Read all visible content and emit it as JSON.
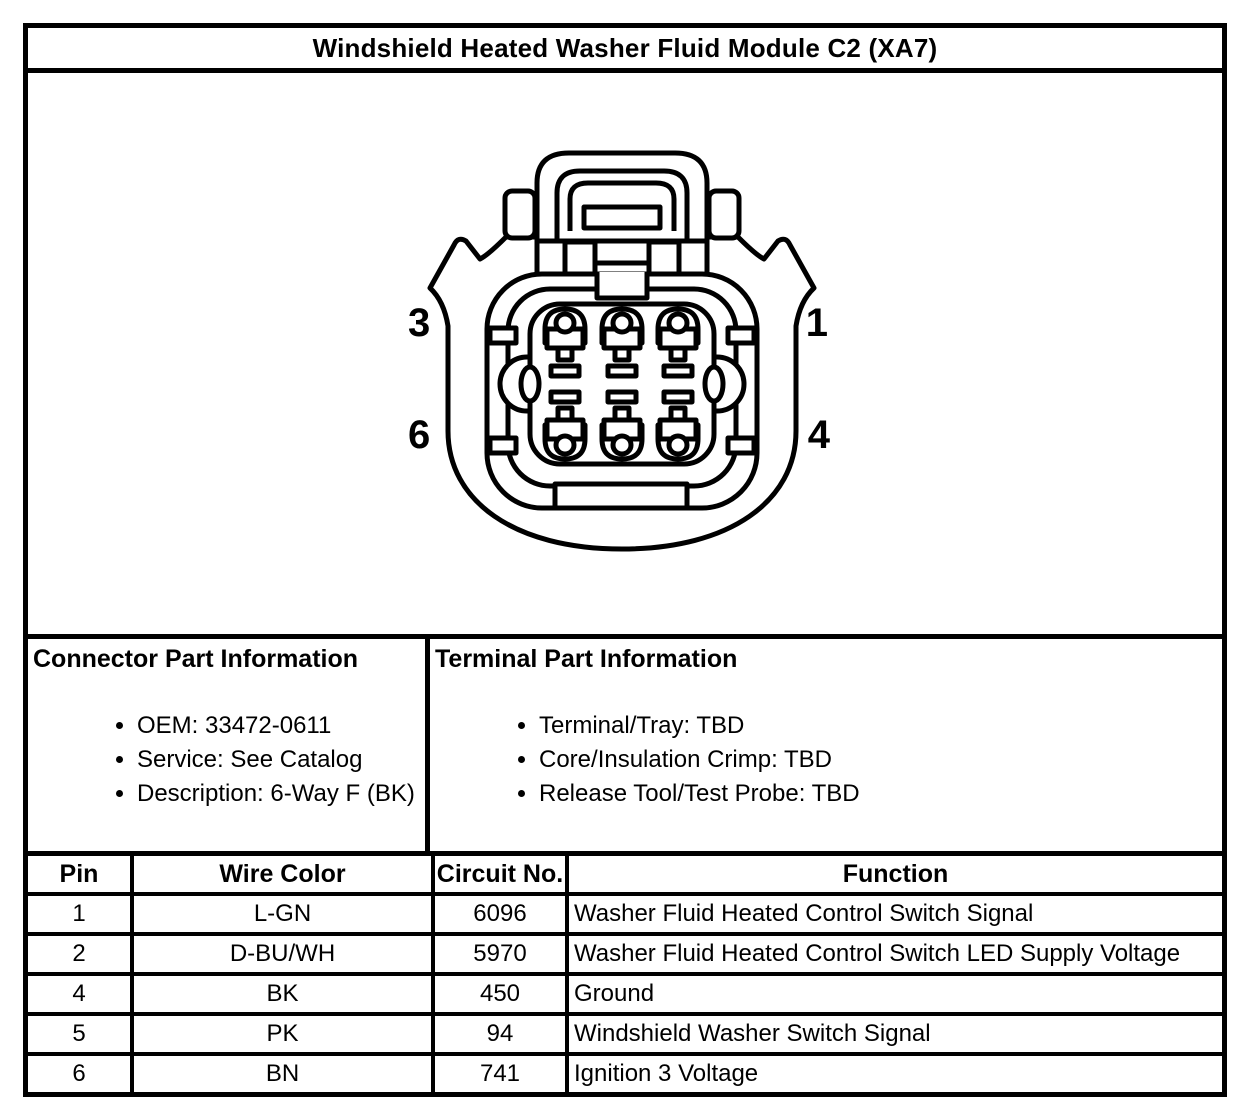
{
  "title": "Windshield Heated Washer Fluid Module C2 (XA7)",
  "connector": {
    "description": "6-way female connector face view",
    "pin_labels": {
      "top_left": "3",
      "top_right": "1",
      "bottom_left": "6",
      "bottom_right": "4"
    }
  },
  "connector_info": {
    "heading": "Connector Part Information",
    "items": [
      "OEM: 33472-0611",
      "Service: See Catalog",
      "Description: 6-Way F (BK)"
    ]
  },
  "terminal_info": {
    "heading": "Terminal Part Information",
    "items": [
      "Terminal/Tray: TBD",
      "Core/Insulation Crimp: TBD",
      "Release Tool/Test Probe: TBD"
    ]
  },
  "pin_table": {
    "headers": [
      "Pin",
      "Wire Color",
      "Circuit No.",
      "Function"
    ],
    "rows": [
      {
        "pin": "1",
        "wire_color": "L-GN",
        "circuit": "6096",
        "function": "Washer Fluid Heated Control Switch Signal"
      },
      {
        "pin": "2",
        "wire_color": "D-BU/WH",
        "circuit": "5970",
        "function": "Washer Fluid Heated Control Switch LED Supply Voltage"
      },
      {
        "pin": "4",
        "wire_color": "BK",
        "circuit": "450",
        "function": "Ground"
      },
      {
        "pin": "5",
        "wire_color": "PK",
        "circuit": "94",
        "function": "Windshield Washer Switch Signal"
      },
      {
        "pin": "6",
        "wire_color": "BN",
        "circuit": "741",
        "function": "Ignition 3 Voltage"
      }
    ]
  },
  "colors": {
    "line": "#000000",
    "background": "#ffffff"
  }
}
